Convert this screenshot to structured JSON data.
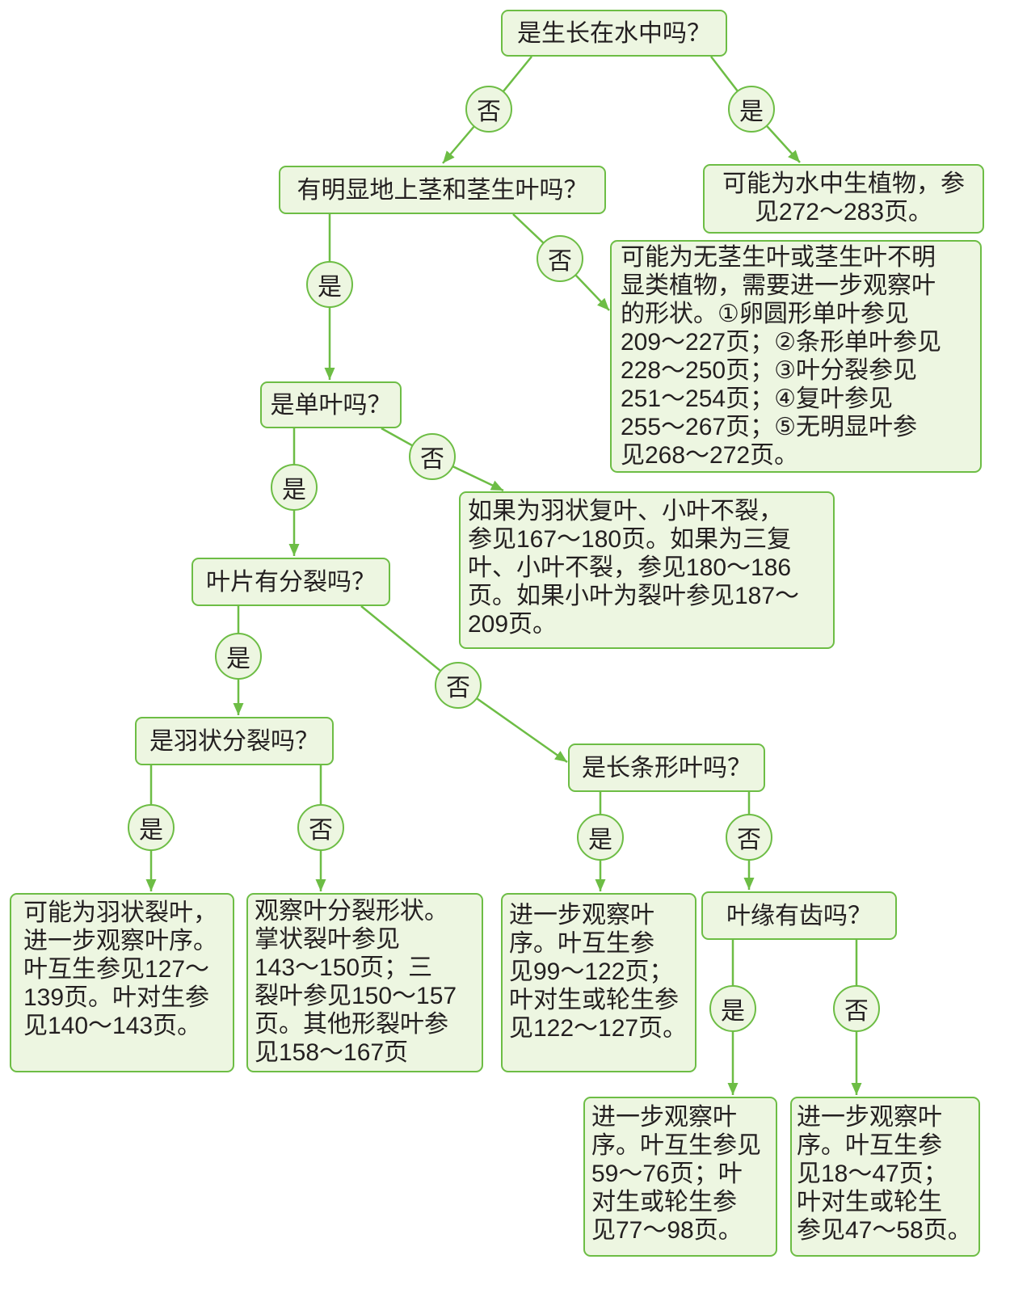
{
  "colors": {
    "accent": "#6dbd45",
    "box_fill": "#edf6e1",
    "text": "#231f20",
    "background": "#ffffff"
  },
  "nodes": {
    "q_water": {
      "lines": [
        "是生长在水中吗？"
      ]
    },
    "q_stem": {
      "lines": [
        "有明显地上茎和茎生叶吗？"
      ]
    },
    "r_aquatic": {
      "lines": [
        "可能为水中生植物，参",
        "见272～283页。"
      ]
    },
    "r_no_stem_leaf": {
      "lines": [
        "可能为无茎生叶或茎生叶不明",
        "显类植物，需要进一步观察叶",
        "的形状。①卵圆形单叶参见",
        "209～227页；②条形单叶参见",
        "228～250页；③叶分裂参见",
        "251～254页；④复叶参见",
        "255～267页；⑤无明显叶参",
        "见268～272页。"
      ]
    },
    "q_simple": {
      "lines": [
        "是单叶吗？"
      ]
    },
    "r_compound": {
      "lines": [
        "如果为羽状复叶、小叶不裂，",
        "参见167～180页。如果为三复",
        "叶、小叶不裂，参见180～186",
        "页。如果小叶为裂叶参见187～",
        "209页。"
      ]
    },
    "q_divided": {
      "lines": [
        "叶片有分裂吗？"
      ]
    },
    "q_pinnate": {
      "lines": [
        "是羽状分裂吗？"
      ]
    },
    "q_linear": {
      "lines": [
        "是长条形叶吗？"
      ]
    },
    "r_pinnate": {
      "lines": [
        "可能为羽状裂叶，",
        "进一步观察叶序。",
        "叶互生参见127～",
        "139页。叶对生参",
        "见140～143页。"
      ]
    },
    "r_other_divided": {
      "lines": [
        "观察叶分裂形状。",
        "掌状裂叶参见",
        "143～150页；三",
        "裂叶参见150～157",
        "页。其他形裂叶参",
        "见158～167页"
      ]
    },
    "r_linear": {
      "lines": [
        "进一步观察叶",
        "序。叶互生参",
        "见99～122页；",
        "叶对生或轮生参",
        "见122～127页。"
      ]
    },
    "q_teeth": {
      "lines": [
        "叶缘有齿吗？"
      ]
    },
    "r_toothed": {
      "lines": [
        "进一步观察叶",
        "序。叶互生参见",
        "59～76页；叶",
        "对生或轮生参",
        "见77～98页。"
      ]
    },
    "r_entire": {
      "lines": [
        "进一步观察叶",
        "序。叶互生参",
        "见18～47页；",
        "叶对生或轮生",
        "参见47～58页。"
      ]
    }
  },
  "edges": [
    {
      "label": "否"
    },
    {
      "label": "是"
    },
    {
      "label": "是"
    },
    {
      "label": "否"
    },
    {
      "label": "是"
    },
    {
      "label": "否"
    },
    {
      "label": "是"
    },
    {
      "label": "否"
    },
    {
      "label": "是"
    },
    {
      "label": "否"
    },
    {
      "label": "是"
    },
    {
      "label": "否"
    },
    {
      "label": "是"
    },
    {
      "label": "否"
    }
  ]
}
